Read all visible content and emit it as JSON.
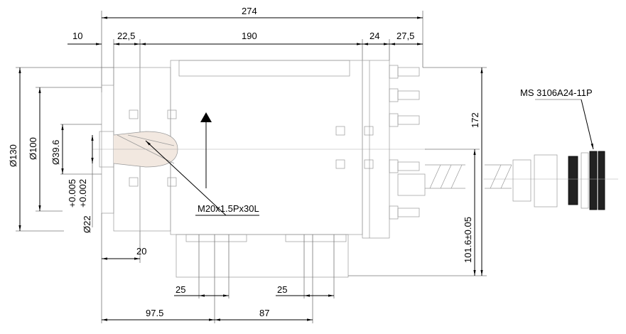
{
  "drawing": {
    "dimensions": {
      "overall_length": "274",
      "seg_10": "10",
      "seg_22_5": "22,5",
      "seg_190": "190",
      "seg_24": "24",
      "seg_27_5": "27,5",
      "dia_130": "Ø130",
      "dia_100": "Ø100",
      "dia_39_6": "Ø39.6",
      "dia_22": "Ø22",
      "dia_22_tol_upper": "+0.005",
      "dia_22_tol_lower": "+0.002",
      "height_172": "172",
      "height_101_6": "101.6±0.05",
      "offset_20": "20",
      "foot_25_left": "25",
      "foot_25_right": "25",
      "pos_97_5": "97.5",
      "pos_87": "87"
    },
    "callouts": {
      "thread": "M20x1.5Px30L",
      "connector": "MS 3106A24-11P"
    }
  }
}
